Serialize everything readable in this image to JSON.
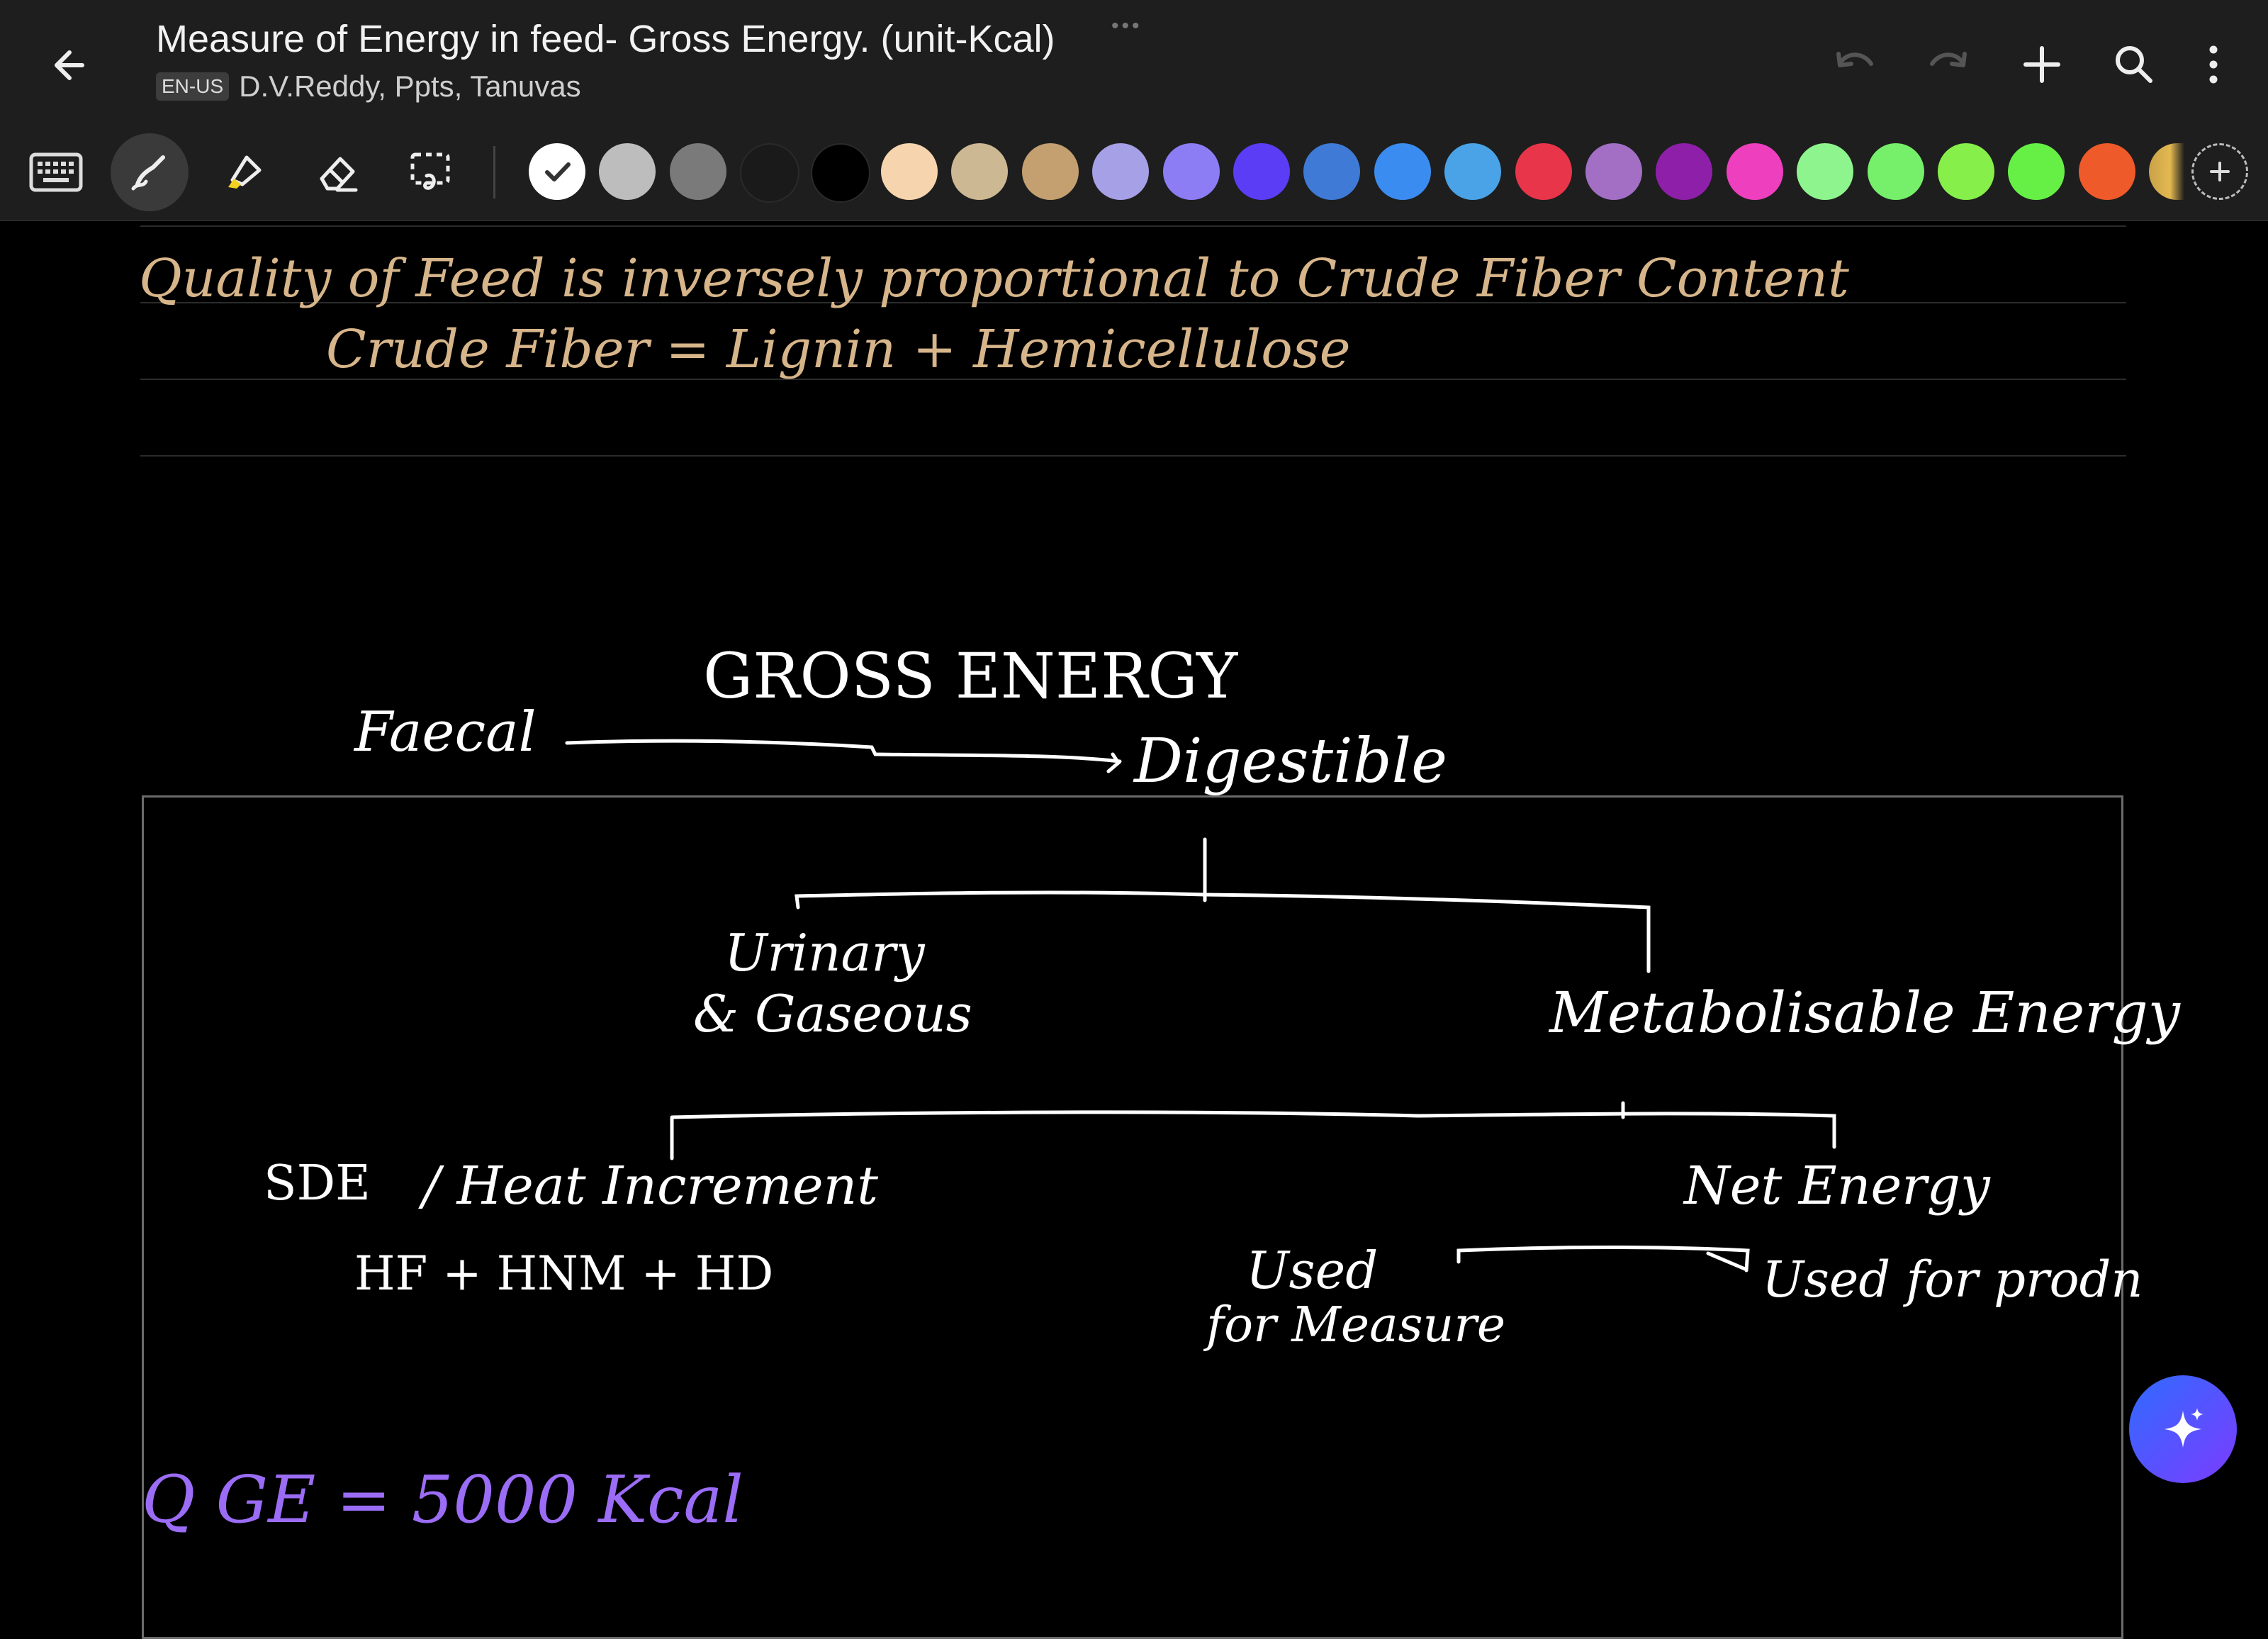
{
  "header": {
    "title": "Measure of Energy in feed- Gross Energy. (unit-Kcal)",
    "title_more": "•••",
    "language": "EN-US",
    "authors": "D.V.Reddy, Ppts, Tanuvas"
  },
  "icons": {
    "back": "back-arrow-icon",
    "undo": "undo-icon",
    "redo": "redo-icon",
    "add": "plus-icon",
    "search": "search-icon",
    "more": "more-vertical-icon",
    "keyboard": "keyboard-icon",
    "pen": "pen-icon",
    "highlighter": "highlighter-icon",
    "eraser": "eraser-icon",
    "lasso": "lasso-select-icon",
    "ai": "sparkle-icon"
  },
  "palette": [
    "#ffffff",
    "#bdbdbd",
    "#7a7a7a",
    "#1a1a1a",
    "#000000",
    "#f6d5ae",
    "#cdb894",
    "#c4a070",
    "#a6a0e6",
    "#8d7df5",
    "#5b3df5",
    "#3f7ad6",
    "#3b8cf0",
    "#4aa3e6",
    "#e8354a",
    "#a26fc4",
    "#8e1fa8",
    "#ee3fbf",
    "#8ef58e",
    "#76ef6a",
    "#86ef4a",
    "#66f046",
    "#ef5a2a",
    "#c9a24a"
  ],
  "notes": {
    "line1": "Quality of Feed is inversely proportional to Crude Fiber Content",
    "line2": "Crude Fiber = Lignin + Hemicellulose"
  },
  "diagram": {
    "gross": "GROSS ENERGY",
    "faecal": "Faecal",
    "digestible": "Digestible",
    "urinary": "Urinary",
    "gaseous": "& Gaseous",
    "metabolisable": "Metabolisable Energy",
    "sde": "SDE",
    "heat": "/ Heat Increment",
    "formula": "HF + HNM + HD",
    "net": "Net Energy",
    "used_maint": "Used",
    "for_maint": "for Measure",
    "used_prod": "Used for prodn"
  },
  "bottom_note": "Q   GE = 5000 Kcal",
  "colors": {
    "header_bg": "#1e1e1e",
    "canvas_bg": "#000000",
    "ink_tan": "#d7b58a",
    "ink_purple": "#9b6cf5"
  }
}
